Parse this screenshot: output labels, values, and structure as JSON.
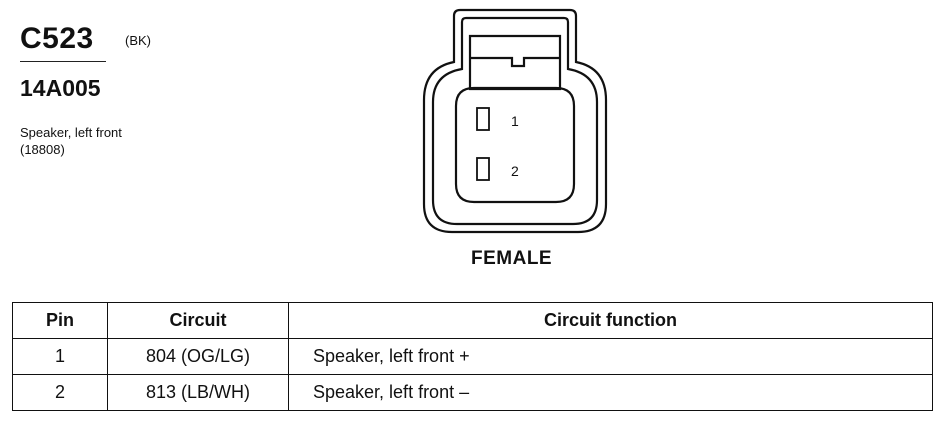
{
  "connector": {
    "id": "C523",
    "color_code": "(BK)",
    "part_number": "14A005",
    "description": "Speaker, left front",
    "description_code": "(18808)"
  },
  "diagram": {
    "gender_label": "FEMALE",
    "pin_labels": [
      "1",
      "2"
    ]
  },
  "table": {
    "headers": [
      "Pin",
      "Circuit",
      "Circuit function"
    ],
    "rows": [
      {
        "pin": "1",
        "circuit": "804 (OG/LG)",
        "function": "Speaker, left front  +"
      },
      {
        "pin": "2",
        "circuit": "813 (LB/WH)",
        "function": "Speaker, left front  –"
      }
    ]
  }
}
